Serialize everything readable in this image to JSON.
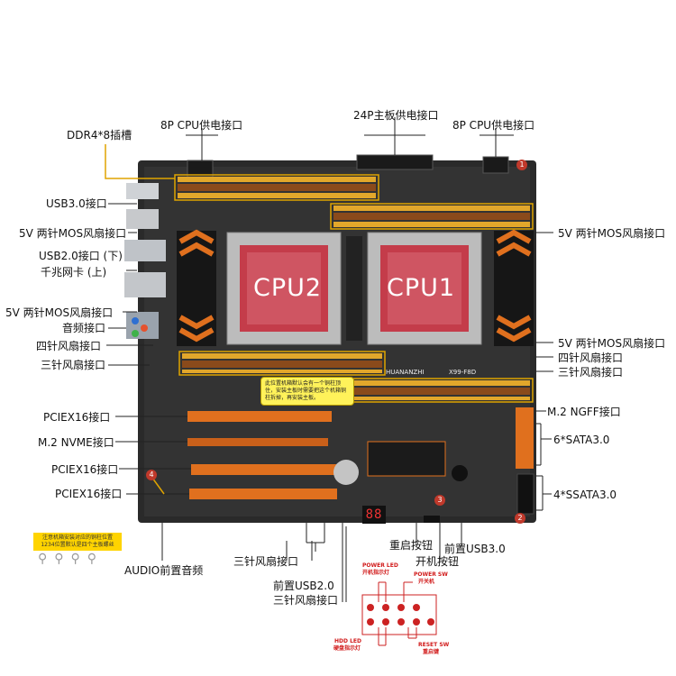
{
  "board": {
    "cpu_left": "CPU2",
    "cpu_right": "CPU1",
    "brand": "HUANANZHI",
    "model": "X99-F8D",
    "debug_code": "88"
  },
  "labels": {
    "ddr4": "DDR4*8插槽",
    "cpu_power_left": "8P CPU供电接口",
    "atx_power": "24P主板供电接口",
    "cpu_power_right": "8P CPU供电接口",
    "usb30": "USB3.0接口",
    "mos_fan_l1": "5V 两针MOS风扇接口",
    "usb20": "USB2.0接口 (下)",
    "lan": "千兆网卡 (上)",
    "mos_fan_l2": "5V 两针MOS风扇接口",
    "audio": "音频接口",
    "fan4_left": "四针风扇接口",
    "fan3_left": "三针风扇接口",
    "pciex16_1": "PCIEX16接口",
    "m2_nvme": "M.2 NVME接口",
    "pciex16_2": "PCIEX16接口",
    "pciex16_3": "PCIEX16接口",
    "mos_fan_r1": "5V 两针MOS风扇接口",
    "mos_fan_r2": "5V 两针MOS风扇接口",
    "fan4_right": "四针风扇接口",
    "fan3_right": "三针风扇接口",
    "m2_ngff": "M.2 NGFF接口",
    "sata": "6*SATA3.0",
    "ssata": "4*SSATA3.0",
    "audio_front": "AUDIO前置音频",
    "fan3_bottom": "三针风扇接口",
    "front_usb20": "前置USB2.0",
    "fan3_bottom2": "三针风扇接口",
    "reset_btn": "重启按钮",
    "front_usb30": "前置USB3.0",
    "power_btn": "开机按钮"
  },
  "notes": {
    "center": "此位置机箱默认会有一个铜柱顶住，安装主板时需要把这个机箱铜柱拆掉，再安装主板。",
    "left": "注意机箱安装对应的铜柱位置1234位置默认是四个主板螺丝"
  },
  "front_panel": {
    "power_led": "POWER LED",
    "power_led_cn": "开机指示灯",
    "power_sw": "POWER SW",
    "power_sw_cn": "开关机",
    "hdd_led": "HDD LED",
    "hdd_led_cn": "硬盘指示灯",
    "reset_sw": "RESET SW",
    "reset_sw_cn": "重启键"
  },
  "markers": [
    "1",
    "2",
    "3",
    "4"
  ],
  "colors": {
    "pcb": "#2b2b2b",
    "slot": "#e0701e",
    "callout": "#e0a400",
    "cpu": "#c43c4a"
  }
}
